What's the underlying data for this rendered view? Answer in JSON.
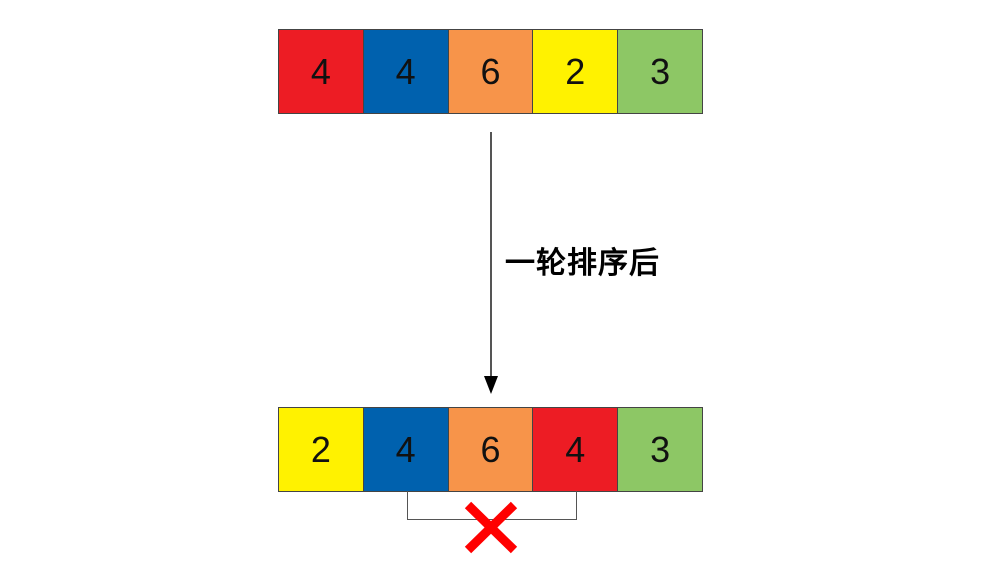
{
  "diagram": {
    "label": "一轮排序后",
    "before": {
      "cells": [
        {
          "value": "4",
          "color": "#ED1C24"
        },
        {
          "value": "4",
          "color": "#0061AE"
        },
        {
          "value": "6",
          "color": "#F7944A"
        },
        {
          "value": "2",
          "color": "#FFF200"
        },
        {
          "value": "3",
          "color": "#8DC765"
        }
      ]
    },
    "after": {
      "cells": [
        {
          "value": "2",
          "color": "#FFF200"
        },
        {
          "value": "4",
          "color": "#0061AE"
        },
        {
          "value": "6",
          "color": "#F7944A"
        },
        {
          "value": "4",
          "color": "#ED1C24"
        },
        {
          "value": "3",
          "color": "#8DC765"
        }
      ]
    },
    "marker": {
      "icon": "cross-icon",
      "color": "#FF0000",
      "meaning": "unstable: two 4s swapped order"
    }
  }
}
